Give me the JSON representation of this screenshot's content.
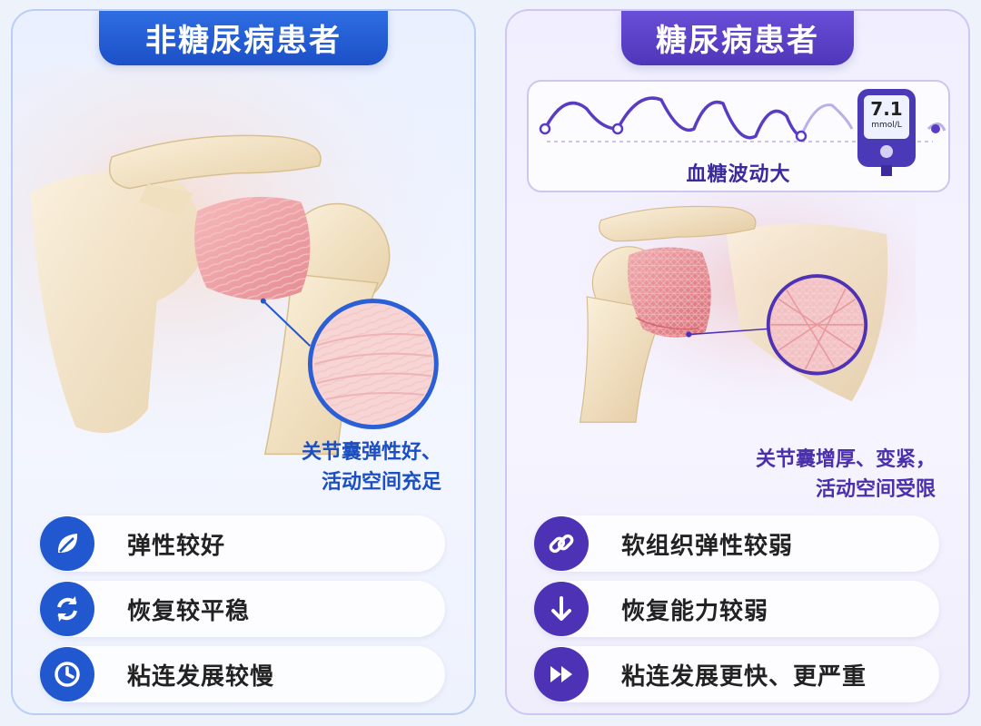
{
  "left_panel": {
    "title": "非糖尿病患者",
    "caption_line1": "关节囊弹性好、",
    "caption_line2": "活动空间充足",
    "features": [
      {
        "label": "弹性较好",
        "icon": "leaf-icon"
      },
      {
        "label": "恢复较平稳",
        "icon": "refresh-icon"
      },
      {
        "label": "粘连发展较慢",
        "icon": "clock-icon"
      }
    ],
    "accent_color": "#2158d0"
  },
  "right_panel": {
    "title": "糖尿病患者",
    "glucose": {
      "label": "血糖波动大",
      "meter_value": "7.1",
      "meter_unit": "mmol/L"
    },
    "caption_line1": "关节囊增厚、变紧，",
    "caption_line2": "活动空间受限",
    "features": [
      {
        "label": "软组织弹性较弱",
        "icon": "link-icon"
      },
      {
        "label": "恢复能力较弱",
        "icon": "arrow-down-icon"
      },
      {
        "label": "粘连发展更快、更严重",
        "icon": "fast-forward-icon"
      }
    ],
    "accent_color": "#4d32b6"
  }
}
